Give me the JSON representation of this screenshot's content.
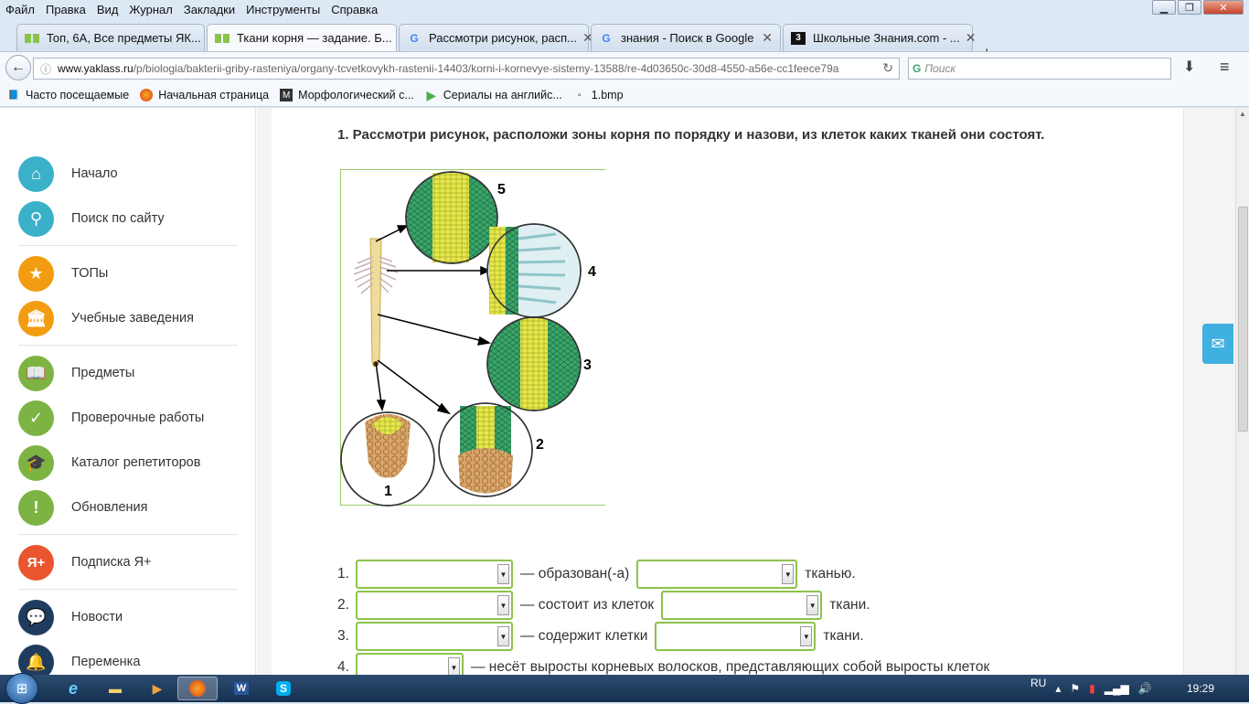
{
  "menu": [
    "Файл",
    "Правка",
    "Вид",
    "Журнал",
    "Закладки",
    "Инструменты",
    "Справка"
  ],
  "tabs": [
    {
      "title": "Топ, 6А, Все предметы ЯК...",
      "icon": "yaklass-icon"
    },
    {
      "title": "Ткани корня — задание. Б...",
      "icon": "yaklass-icon"
    },
    {
      "title": "Рассмотри рисунок, расп...",
      "icon": "google-icon"
    },
    {
      "title": "знания - Поиск в Google",
      "icon": "google-icon"
    },
    {
      "title": "Школьные Знания.com - ...",
      "icon": "znanija-icon"
    }
  ],
  "url": {
    "domain": "www.yaklass.ru",
    "path": "/p/biologia/bakterii-griby-rasteniya/organy-tcvetkovykh-rastenii-14403/korni-i-kornevye-sistemy-13588/re-4d03650c-30d8-4550-a56e-cc1feece79a"
  },
  "search_placeholder": "Поиск",
  "bookmarks": [
    "Часто посещаемые",
    "Начальная страница",
    "Морфологический с...",
    "Сериалы на английс...",
    "1.bmp"
  ],
  "sidebar": [
    {
      "label": "Начало",
      "icon": "home-icon",
      "color": "#3bb0c9"
    },
    {
      "label": "Поиск по сайту",
      "icon": "search-icon",
      "color": "#3bb0c9"
    },
    {
      "label": "ТОПы",
      "icon": "star-icon",
      "color": "#f39c12"
    },
    {
      "label": "Учебные заведения",
      "icon": "school-icon",
      "color": "#f39c12"
    },
    {
      "label": "Предметы",
      "icon": "book-icon",
      "color": "#7cb342"
    },
    {
      "label": "Проверочные работы",
      "icon": "check-icon",
      "color": "#7cb342"
    },
    {
      "label": "Каталог репетиторов",
      "icon": "graduation-cap-icon",
      "color": "#7cb342"
    },
    {
      "label": "Обновления",
      "icon": "exclamation-icon",
      "color": "#7cb342"
    },
    {
      "label": "Подписка Я+",
      "icon": "yaplus-icon",
      "color": "#e8552e"
    },
    {
      "label": "Новости",
      "icon": "chat-icon",
      "color": "#1f3c5f"
    },
    {
      "label": "Переменка",
      "icon": "bell-icon",
      "color": "#1f3c5f"
    }
  ],
  "question": "1. Рассмотри рисунок, расположи зоны корня по порядку и назови, из клеток каких тканей они состоят.",
  "figure_labels": [
    "5",
    "4",
    "3",
    "2",
    "1"
  ],
  "answers": [
    {
      "num": "1.",
      "mid": "— образован(-а)",
      "end": "тканью."
    },
    {
      "num": "2.",
      "mid": "— состоит из клеток",
      "end": "ткани."
    },
    {
      "num": "3.",
      "mid": "— содержит клетки",
      "end": "ткани."
    },
    {
      "num": "4.",
      "mid": "— несёт выросты корневых волосков, представляющих собой выросты клеток",
      "end": ""
    }
  ],
  "tray": {
    "lang": "RU",
    "time": "19:29"
  }
}
